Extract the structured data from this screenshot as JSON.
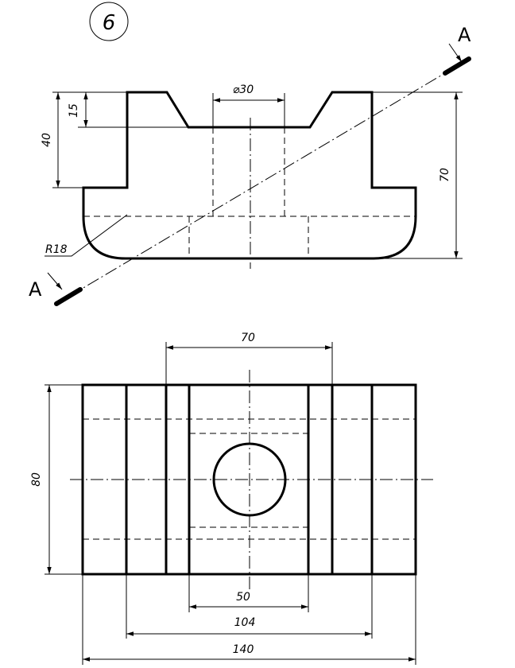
{
  "view_number": "6",
  "section_labels": {
    "top": "A",
    "bottom": "A"
  },
  "front_view": {
    "dim_hole_diameter": "⌀30",
    "dim_depth": "15",
    "dim_height_left": "40",
    "dim_overall_height": "70",
    "dim_radius": "R18"
  },
  "top_view": {
    "dim_slot_width": "70",
    "dim_overall_depth": "80",
    "dim_inner_width": "50",
    "dim_middle_width": "104",
    "dim_overall_width": "140"
  }
}
